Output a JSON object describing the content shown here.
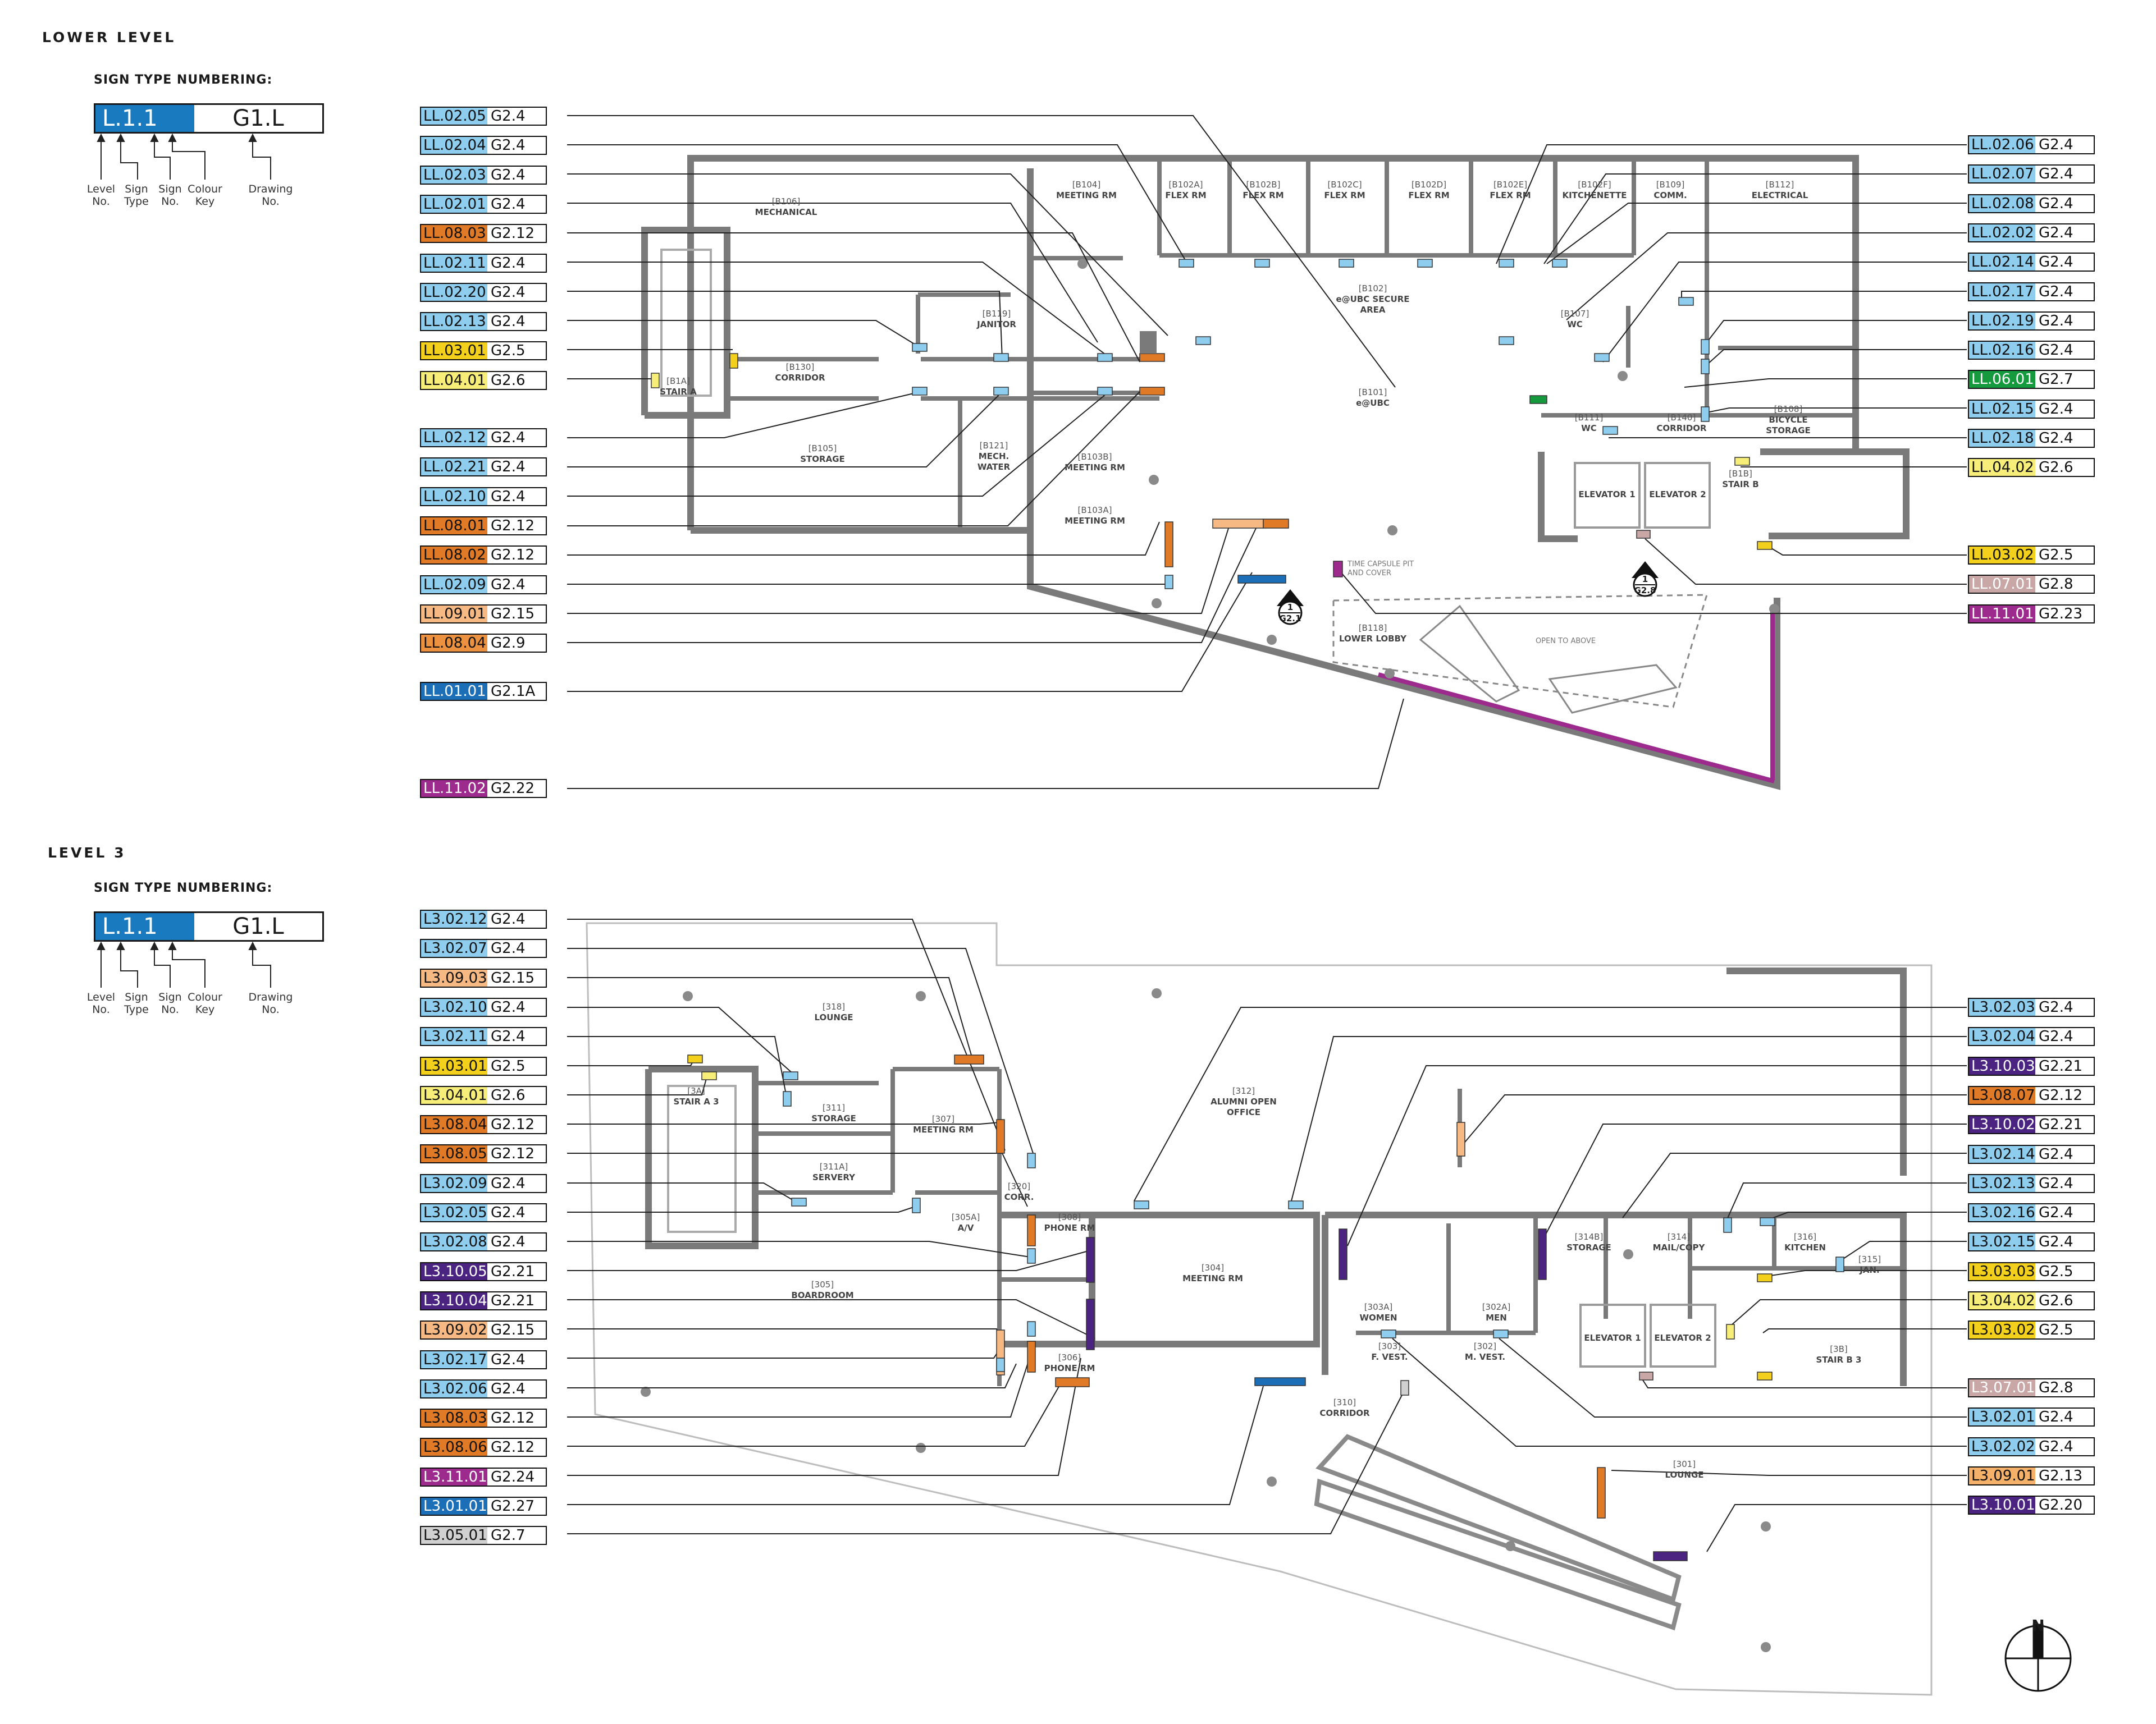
{
  "titles": {
    "lower": "LOWER LEVEL",
    "level3": "LEVEL 3"
  },
  "legend": {
    "heading": "SIGN TYPE NUMBERING:",
    "code": "L.1.1",
    "drawing": "G1.L",
    "labels": [
      "Level\nNo.",
      "Sign\nType",
      "Sign\nNo.",
      "Colour\nKey",
      "Drawing\nNo."
    ],
    "code_color": "#1a7abf"
  },
  "colors": {
    "G2.4": "#8fcdef",
    "G2.12": "#e07a26",
    "G2.5": "#f2d01b",
    "G2.6": "#f7ee7a",
    "G2.15": "#f7b983",
    "G2.9": "#eb913f",
    "G2.1A": "#1c6fb7",
    "G2.27": "#1c6fb7",
    "G2.7": "#169a3e",
    "G2.8": "#c8a7a6",
    "G2.23": "#9c2b8d",
    "G2.22": "#9c2b8d",
    "G2.24": "#9c2b8d",
    "G2.21": "#4a2480",
    "G2.20": "#4a2480",
    "G2.13": "#f5b06a",
    "G2.7L3": "#d0d0d0",
    "wall": "#7a7a7a"
  },
  "lower_signs_left": [
    {
      "code": "LL.02.05",
      "ref": "G2.4"
    },
    {
      "code": "LL.02.04",
      "ref": "G2.4"
    },
    {
      "code": "LL.02.03",
      "ref": "G2.4"
    },
    {
      "code": "LL.02.01",
      "ref": "G2.4"
    },
    {
      "code": "LL.08.03",
      "ref": "G2.12"
    },
    {
      "code": "LL.02.11",
      "ref": "G2.4"
    },
    {
      "code": "LL.02.20",
      "ref": "G2.4"
    },
    {
      "code": "LL.02.13",
      "ref": "G2.4"
    },
    {
      "code": "LL.03.01",
      "ref": "G2.5"
    },
    {
      "code": "LL.04.01",
      "ref": "G2.6"
    },
    {
      "code": "LL.02.12",
      "ref": "G2.4"
    },
    {
      "code": "LL.02.21",
      "ref": "G2.4"
    },
    {
      "code": "LL.02.10",
      "ref": "G2.4"
    },
    {
      "code": "LL.08.01",
      "ref": "G2.12"
    },
    {
      "code": "LL.08.02",
      "ref": "G2.12"
    },
    {
      "code": "LL.02.09",
      "ref": "G2.4"
    },
    {
      "code": "LL.09.01",
      "ref": "G2.15"
    },
    {
      "code": "LL.08.04",
      "ref": "G2.9"
    },
    {
      "code": "LL.01.01",
      "ref": "G2.1A"
    },
    {
      "code": "LL.11.02",
      "ref": "G2.22"
    }
  ],
  "lower_signs_right": [
    {
      "code": "LL.02.06",
      "ref": "G2.4"
    },
    {
      "code": "LL.02.07",
      "ref": "G2.4"
    },
    {
      "code": "LL.02.08",
      "ref": "G2.4"
    },
    {
      "code": "LL.02.02",
      "ref": "G2.4"
    },
    {
      "code": "LL.02.14",
      "ref": "G2.4"
    },
    {
      "code": "LL.02.17",
      "ref": "G2.4"
    },
    {
      "code": "LL.02.19",
      "ref": "G2.4"
    },
    {
      "code": "LL.02.16",
      "ref": "G2.4"
    },
    {
      "code": "LL.06.01",
      "ref": "G2.7"
    },
    {
      "code": "LL.02.15",
      "ref": "G2.4"
    },
    {
      "code": "LL.02.18",
      "ref": "G2.4"
    },
    {
      "code": "LL.04.02",
      "ref": "G2.6"
    },
    {
      "code": "LL.03.02",
      "ref": "G2.5"
    },
    {
      "code": "LL.07.01",
      "ref": "G2.8"
    },
    {
      "code": "LL.11.01",
      "ref": "G2.23"
    }
  ],
  "l3_signs_left": [
    {
      "code": "L3.02.12",
      "ref": "G2.4"
    },
    {
      "code": "L3.02.07",
      "ref": "G2.4"
    },
    {
      "code": "L3.09.03",
      "ref": "G2.15"
    },
    {
      "code": "L3.02.10",
      "ref": "G2.4"
    },
    {
      "code": "L3.02.11",
      "ref": "G2.4"
    },
    {
      "code": "L3.03.01",
      "ref": "G2.5"
    },
    {
      "code": "L3.04.01",
      "ref": "G2.6"
    },
    {
      "code": "L3.08.04",
      "ref": "G2.12"
    },
    {
      "code": "L3.08.05",
      "ref": "G2.12"
    },
    {
      "code": "L3.02.09",
      "ref": "G2.4"
    },
    {
      "code": "L3.02.05",
      "ref": "G2.4"
    },
    {
      "code": "L3.02.08",
      "ref": "G2.4"
    },
    {
      "code": "L3.10.05",
      "ref": "G2.21"
    },
    {
      "code": "L3.10.04",
      "ref": "G2.21"
    },
    {
      "code": "L3.09.02",
      "ref": "G2.15"
    },
    {
      "code": "L3.02.17",
      "ref": "G2.4"
    },
    {
      "code": "L3.02.06",
      "ref": "G2.4"
    },
    {
      "code": "L3.08.03",
      "ref": "G2.12"
    },
    {
      "code": "L3.08.06",
      "ref": "G2.12"
    },
    {
      "code": "L3.11.01",
      "ref": "G2.24"
    },
    {
      "code": "L3.01.01",
      "ref": "G2.27"
    },
    {
      "code": "L3.05.01",
      "ref": "G2.7"
    }
  ],
  "l3_signs_right": [
    {
      "code": "L3.02.03",
      "ref": "G2.4"
    },
    {
      "code": "L3.02.04",
      "ref": "G2.4"
    },
    {
      "code": "L3.10.03",
      "ref": "G2.21"
    },
    {
      "code": "L3.08.07",
      "ref": "G2.12"
    },
    {
      "code": "L3.10.02",
      "ref": "G2.21"
    },
    {
      "code": "L3.02.14",
      "ref": "G2.4"
    },
    {
      "code": "L3.02.13",
      "ref": "G2.4"
    },
    {
      "code": "L3.02.16",
      "ref": "G2.4"
    },
    {
      "code": "L3.02.15",
      "ref": "G2.4"
    },
    {
      "code": "L3.03.03",
      "ref": "G2.5"
    },
    {
      "code": "L3.04.02",
      "ref": "G2.6"
    },
    {
      "code": "L3.03.02",
      "ref": "G2.5"
    },
    {
      "code": "L3.07.01",
      "ref": "G2.8"
    },
    {
      "code": "L3.02.01",
      "ref": "G2.4"
    },
    {
      "code": "L3.02.02",
      "ref": "G2.4"
    },
    {
      "code": "L3.09.01",
      "ref": "G2.13"
    },
    {
      "code": "L3.10.01",
      "ref": "G2.20"
    }
  ],
  "lower_rooms": [
    {
      "num": "[B106]",
      "name": "MECHANICAL"
    },
    {
      "num": "[B104]",
      "name": "MEETING RM"
    },
    {
      "num": "[B102A]",
      "name": "FLEX RM"
    },
    {
      "num": "[B102B]",
      "name": "FLEX RM"
    },
    {
      "num": "[B102C]",
      "name": "FLEX RM"
    },
    {
      "num": "[B102D]",
      "name": "FLEX RM"
    },
    {
      "num": "[B102E]",
      "name": "FLEX RM"
    },
    {
      "num": "[B102F]",
      "name": "KITCHENETTE"
    },
    {
      "num": "[B109]",
      "name": "COMM."
    },
    {
      "num": "[B112]",
      "name": "ELECTRICAL"
    },
    {
      "num": "[B119]",
      "name": "JANITOR"
    },
    {
      "num": "[B102]",
      "name": "e@UBC SECURE\nAREA"
    },
    {
      "num": "[B107]",
      "name": "WC"
    },
    {
      "num": "[B130]",
      "name": "CORRIDOR"
    },
    {
      "num": "[B1A]",
      "name": "STAIR A"
    },
    {
      "num": "[B101]",
      "name": "e@UBC"
    },
    {
      "num": "[B108]",
      "name": "BICYCLE\nSTORAGE"
    },
    {
      "num": "[B111]",
      "name": "WC"
    },
    {
      "num": "[B140]",
      "name": "CORRIDOR"
    },
    {
      "num": "[B105]",
      "name": "STORAGE"
    },
    {
      "num": "[B121]",
      "name": "MECH.\nWATER"
    },
    {
      "num": "[B103B]",
      "name": "MEETING RM"
    },
    {
      "num": "[B1B]",
      "name": "STAIR B"
    },
    {
      "num": "[B103A]",
      "name": "MEETING RM"
    },
    {
      "num": "[B118]",
      "name": "LOWER LOBBY"
    },
    {
      "num": "",
      "name": "ELEVATOR 1"
    },
    {
      "num": "",
      "name": "ELEVATOR 2"
    }
  ],
  "l3_rooms": [
    {
      "num": "[318]",
      "name": "LOUNGE"
    },
    {
      "num": "[3A]",
      "name": "STAIR A 3"
    },
    {
      "num": "[311]",
      "name": "STORAGE"
    },
    {
      "num": "[307]",
      "name": "MEETING RM"
    },
    {
      "num": "[311A]",
      "name": "SERVERY"
    },
    {
      "num": "[320]",
      "name": "CORR."
    },
    {
      "num": "[305A]",
      "name": "A/V"
    },
    {
      "num": "[312]",
      "name": "ALUMNI OPEN\nOFFICE"
    },
    {
      "num": "[308]",
      "name": "PHONE RM"
    },
    {
      "num": "[304]",
      "name": "MEETING RM"
    },
    {
      "num": "[305]",
      "name": "BOARDROOM"
    },
    {
      "num": "[306]",
      "name": "PHONE RM"
    },
    {
      "num": "[314B]",
      "name": "STORAGE"
    },
    {
      "num": "[314]",
      "name": "MAIL/COPY"
    },
    {
      "num": "[316]",
      "name": "KITCHEN"
    },
    {
      "num": "[315]",
      "name": "JAN."
    },
    {
      "num": "[303A]",
      "name": "WOMEN"
    },
    {
      "num": "[302A]",
      "name": "MEN"
    },
    {
      "num": "[303]",
      "name": "F. VEST."
    },
    {
      "num": "[302]",
      "name": "M. VEST."
    },
    {
      "num": "[3B]",
      "name": "STAIR B 3"
    },
    {
      "num": "[310]",
      "name": "CORRIDOR"
    },
    {
      "num": "[301]",
      "name": "LOUNGE"
    },
    {
      "num": "",
      "name": "ELEVATOR 1"
    },
    {
      "num": "",
      "name": "ELEVATOR 2"
    }
  ],
  "notes": {
    "time_capsule": "TIME CAPSULE PIT\nAND COVER",
    "open_above": "OPEN TO ABOVE"
  },
  "markers": [
    {
      "num": "1",
      "sheet": "G2.1"
    },
    {
      "num": "1",
      "sheet": "G2.8"
    }
  ],
  "compass": {
    "label": "N"
  }
}
